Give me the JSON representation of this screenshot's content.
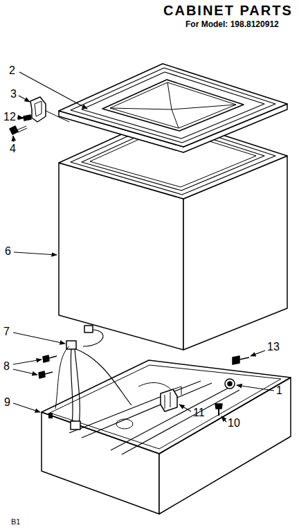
{
  "diagram": {
    "title": "CABINET PARTS",
    "labels": [
      "For Model: 198.8120912",
      "2",
      "3",
      "12",
      "4",
      "6",
      "7",
      "8",
      "9",
      "13",
      "1",
      "11",
      "10",
      "B1"
    ]
  }
}
